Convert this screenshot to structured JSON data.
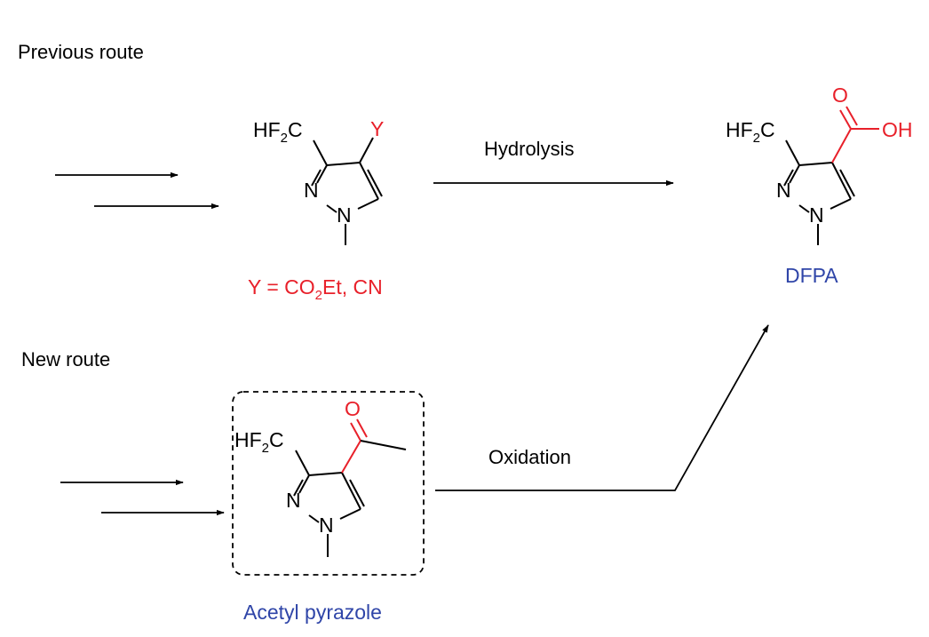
{
  "colors": {
    "black": "#000000",
    "red": "#e8202a",
    "blue": "#2f45a8"
  },
  "routes": {
    "previous_label": "Previous route",
    "new_label": "New route"
  },
  "steps": {
    "hydrolysis": "Hydrolysis",
    "oxidation": "Oxidation"
  },
  "atoms": {
    "hf": "HF",
    "two": "2",
    "c": "C",
    "n": "N",
    "y": "Y",
    "o": "O",
    "oh": "OH"
  },
  "compounds": {
    "intermediate_caption": {
      "prefix": "Y = CO",
      "sub": "2",
      "suffix": "Et, CN"
    },
    "product_caption": "DFPA",
    "acetyl_caption": "Acetyl pyrazole"
  }
}
